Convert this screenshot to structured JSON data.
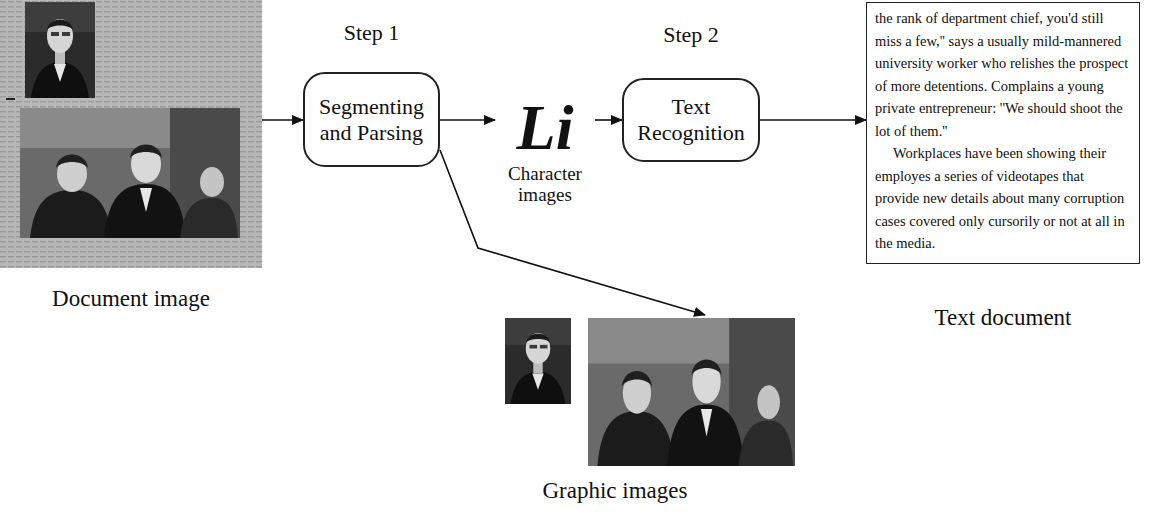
{
  "diagram": {
    "nodes": [
      {
        "text": [
          "Document image"
        ]
      },
      {
        "text": [
          "Step 1",
          "Segmenting and Parsing"
        ]
      },
      {
        "text": [
          "Li",
          "Character images"
        ]
      },
      {
        "text": [
          "Step 2",
          "Text Recognition"
        ]
      },
      {
        "text": [
          "the rank of department chief, you'd still miss a few,'' says a usually mild-mannered university worker who relishes the prospect of more detentions. Complains a young private entrepreneur: ''We should shoot the lot of them.''",
          "Workplaces have been showing their employes a series of videotapes that provide new details about many corruption cases covered only cursorily or not at all in the media.",
          "Text document"
        ]
      },
      {
        "text": [
          "Graphic images"
        ]
      }
    ],
    "edges": [
      {
        "from": 0,
        "to": 1,
        "arrow": "to"
      },
      {
        "from": 1,
        "to": 2,
        "arrow": "to"
      },
      {
        "from": 2,
        "to": 3,
        "arrow": "to"
      },
      {
        "from": 3,
        "to": 4,
        "arrow": "to"
      },
      {
        "from": 1,
        "to": 5,
        "arrow": "to"
      }
    ]
  }
}
